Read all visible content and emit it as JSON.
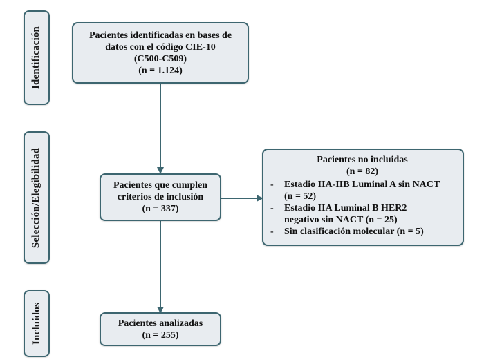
{
  "stages": [
    {
      "label": "Identificación"
    },
    {
      "label": "Selección/Elegibilidad"
    },
    {
      "label": "Incluidos"
    }
  ],
  "identified": {
    "line1": "Pacientes identificadas en bases de",
    "line2": "datos con el código CIE-10",
    "line3": "(C500-C509)",
    "count": "(n = 1.124)"
  },
  "eligible": {
    "line1": "Pacientes que cumplen",
    "line2": "criterios de inclusión",
    "count": "(n = 337)"
  },
  "excluded": {
    "title": "Pacientes no incluidas",
    "count": "(n = 82)",
    "items": [
      {
        "line1": "Estadio IIA-IIB Luminal A sin NACT",
        "line2": "(n = 52)"
      },
      {
        "line1": "Estadio IIA Luminal B HER2",
        "line2": "negativo sin NACT (n = 25)"
      },
      {
        "line1": "Sin clasificación molecular (n = 5)",
        "line2": ""
      }
    ]
  },
  "analyzed": {
    "line1": "Pacientes analizadas",
    "count": "(n = 255)"
  },
  "colors": {
    "box_fill": "#e8ecf0",
    "border": "#3d6670",
    "arrow": "#3d6670"
  }
}
